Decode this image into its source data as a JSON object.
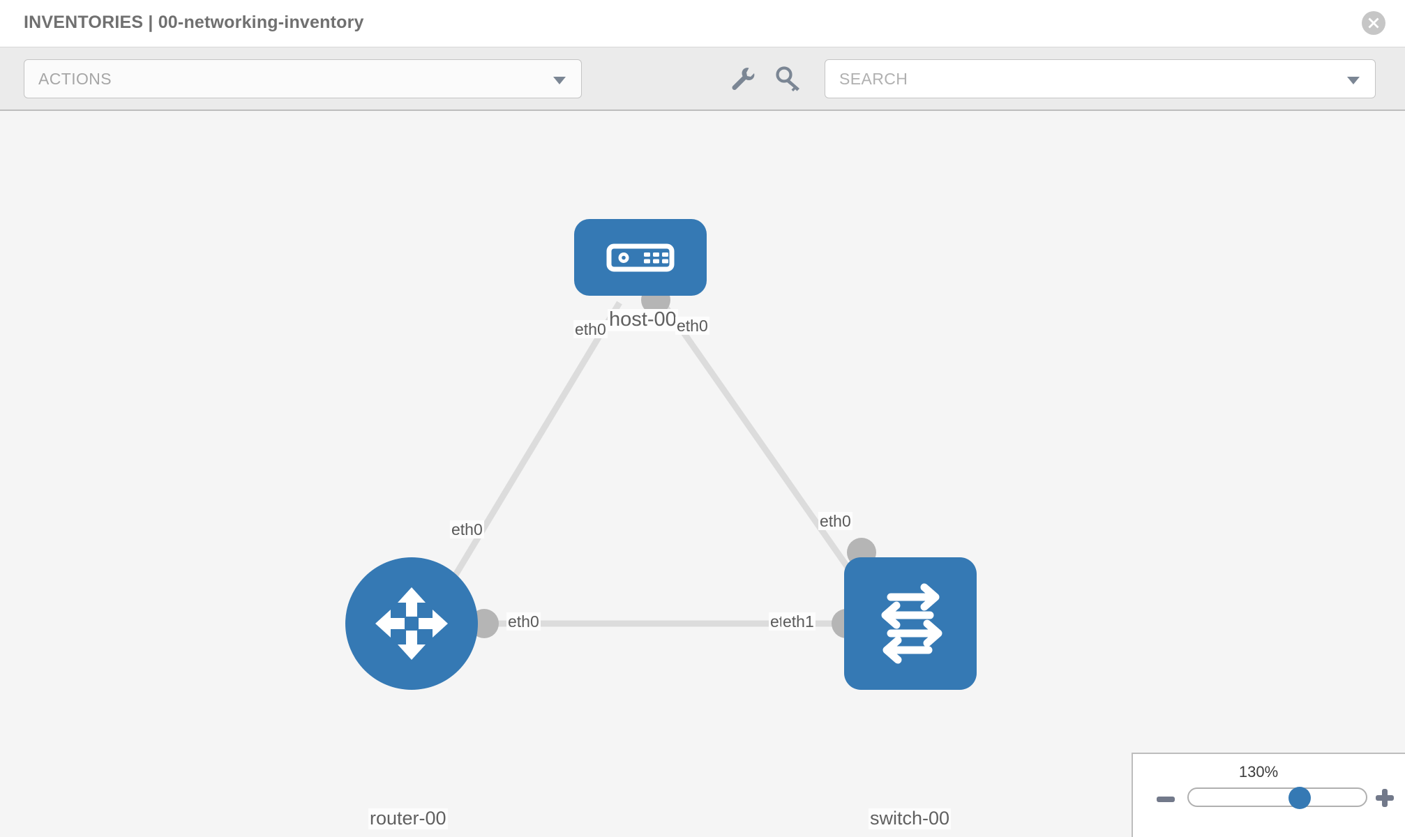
{
  "header": {
    "title": "INVENTORIES | 00-networking-inventory",
    "close_icon": "close-circle-icon"
  },
  "toolbar": {
    "actions_label": "ACTIONS",
    "actions_caret_icon": "chevron-down-icon",
    "wrench_icon": "wrench-icon",
    "key_icon": "key-icon",
    "search_placeholder": "SEARCH",
    "search_value": "",
    "search_caret_icon": "chevron-down-icon"
  },
  "topology": {
    "nodes": [
      {
        "id": "host-00",
        "label": "host-00",
        "type": "host",
        "icon": "server-icon",
        "shape": "rounded-rect",
        "color": "#3579b4"
      },
      {
        "id": "router-00",
        "label": "router-00",
        "type": "router",
        "icon": "four-way-arrows-icon",
        "shape": "circle",
        "color": "#3579b4"
      },
      {
        "id": "switch-00",
        "label": "switch-00",
        "type": "switch",
        "icon": "switch-arrows-icon",
        "shape": "rounded-rect",
        "color": "#3579b4"
      }
    ],
    "edge_labels": [
      {
        "id": "host-left",
        "text": "eth0"
      },
      {
        "id": "host-right",
        "text": "eth0"
      },
      {
        "id": "router-up",
        "text": "eth0"
      },
      {
        "id": "switch-up",
        "text": "eth0"
      },
      {
        "id": "router-right",
        "text": "eth0"
      },
      {
        "id": "switch-left-under",
        "text": "eth0"
      },
      {
        "id": "switch-left",
        "text": "eth1"
      }
    ],
    "links": [
      {
        "from": "host-00",
        "to": "router-00",
        "from_iface": "eth0",
        "to_iface": "eth0"
      },
      {
        "from": "host-00",
        "to": "switch-00",
        "from_iface": "eth0",
        "to_iface": "eth0"
      },
      {
        "from": "router-00",
        "to": "switch-00",
        "from_iface": "eth0",
        "to_iface": "eth1"
      }
    ]
  },
  "zoom_control": {
    "level": "130%",
    "minus_icon": "minus-icon",
    "plus_icon": "plus-icon",
    "handle_percent": 60
  }
}
